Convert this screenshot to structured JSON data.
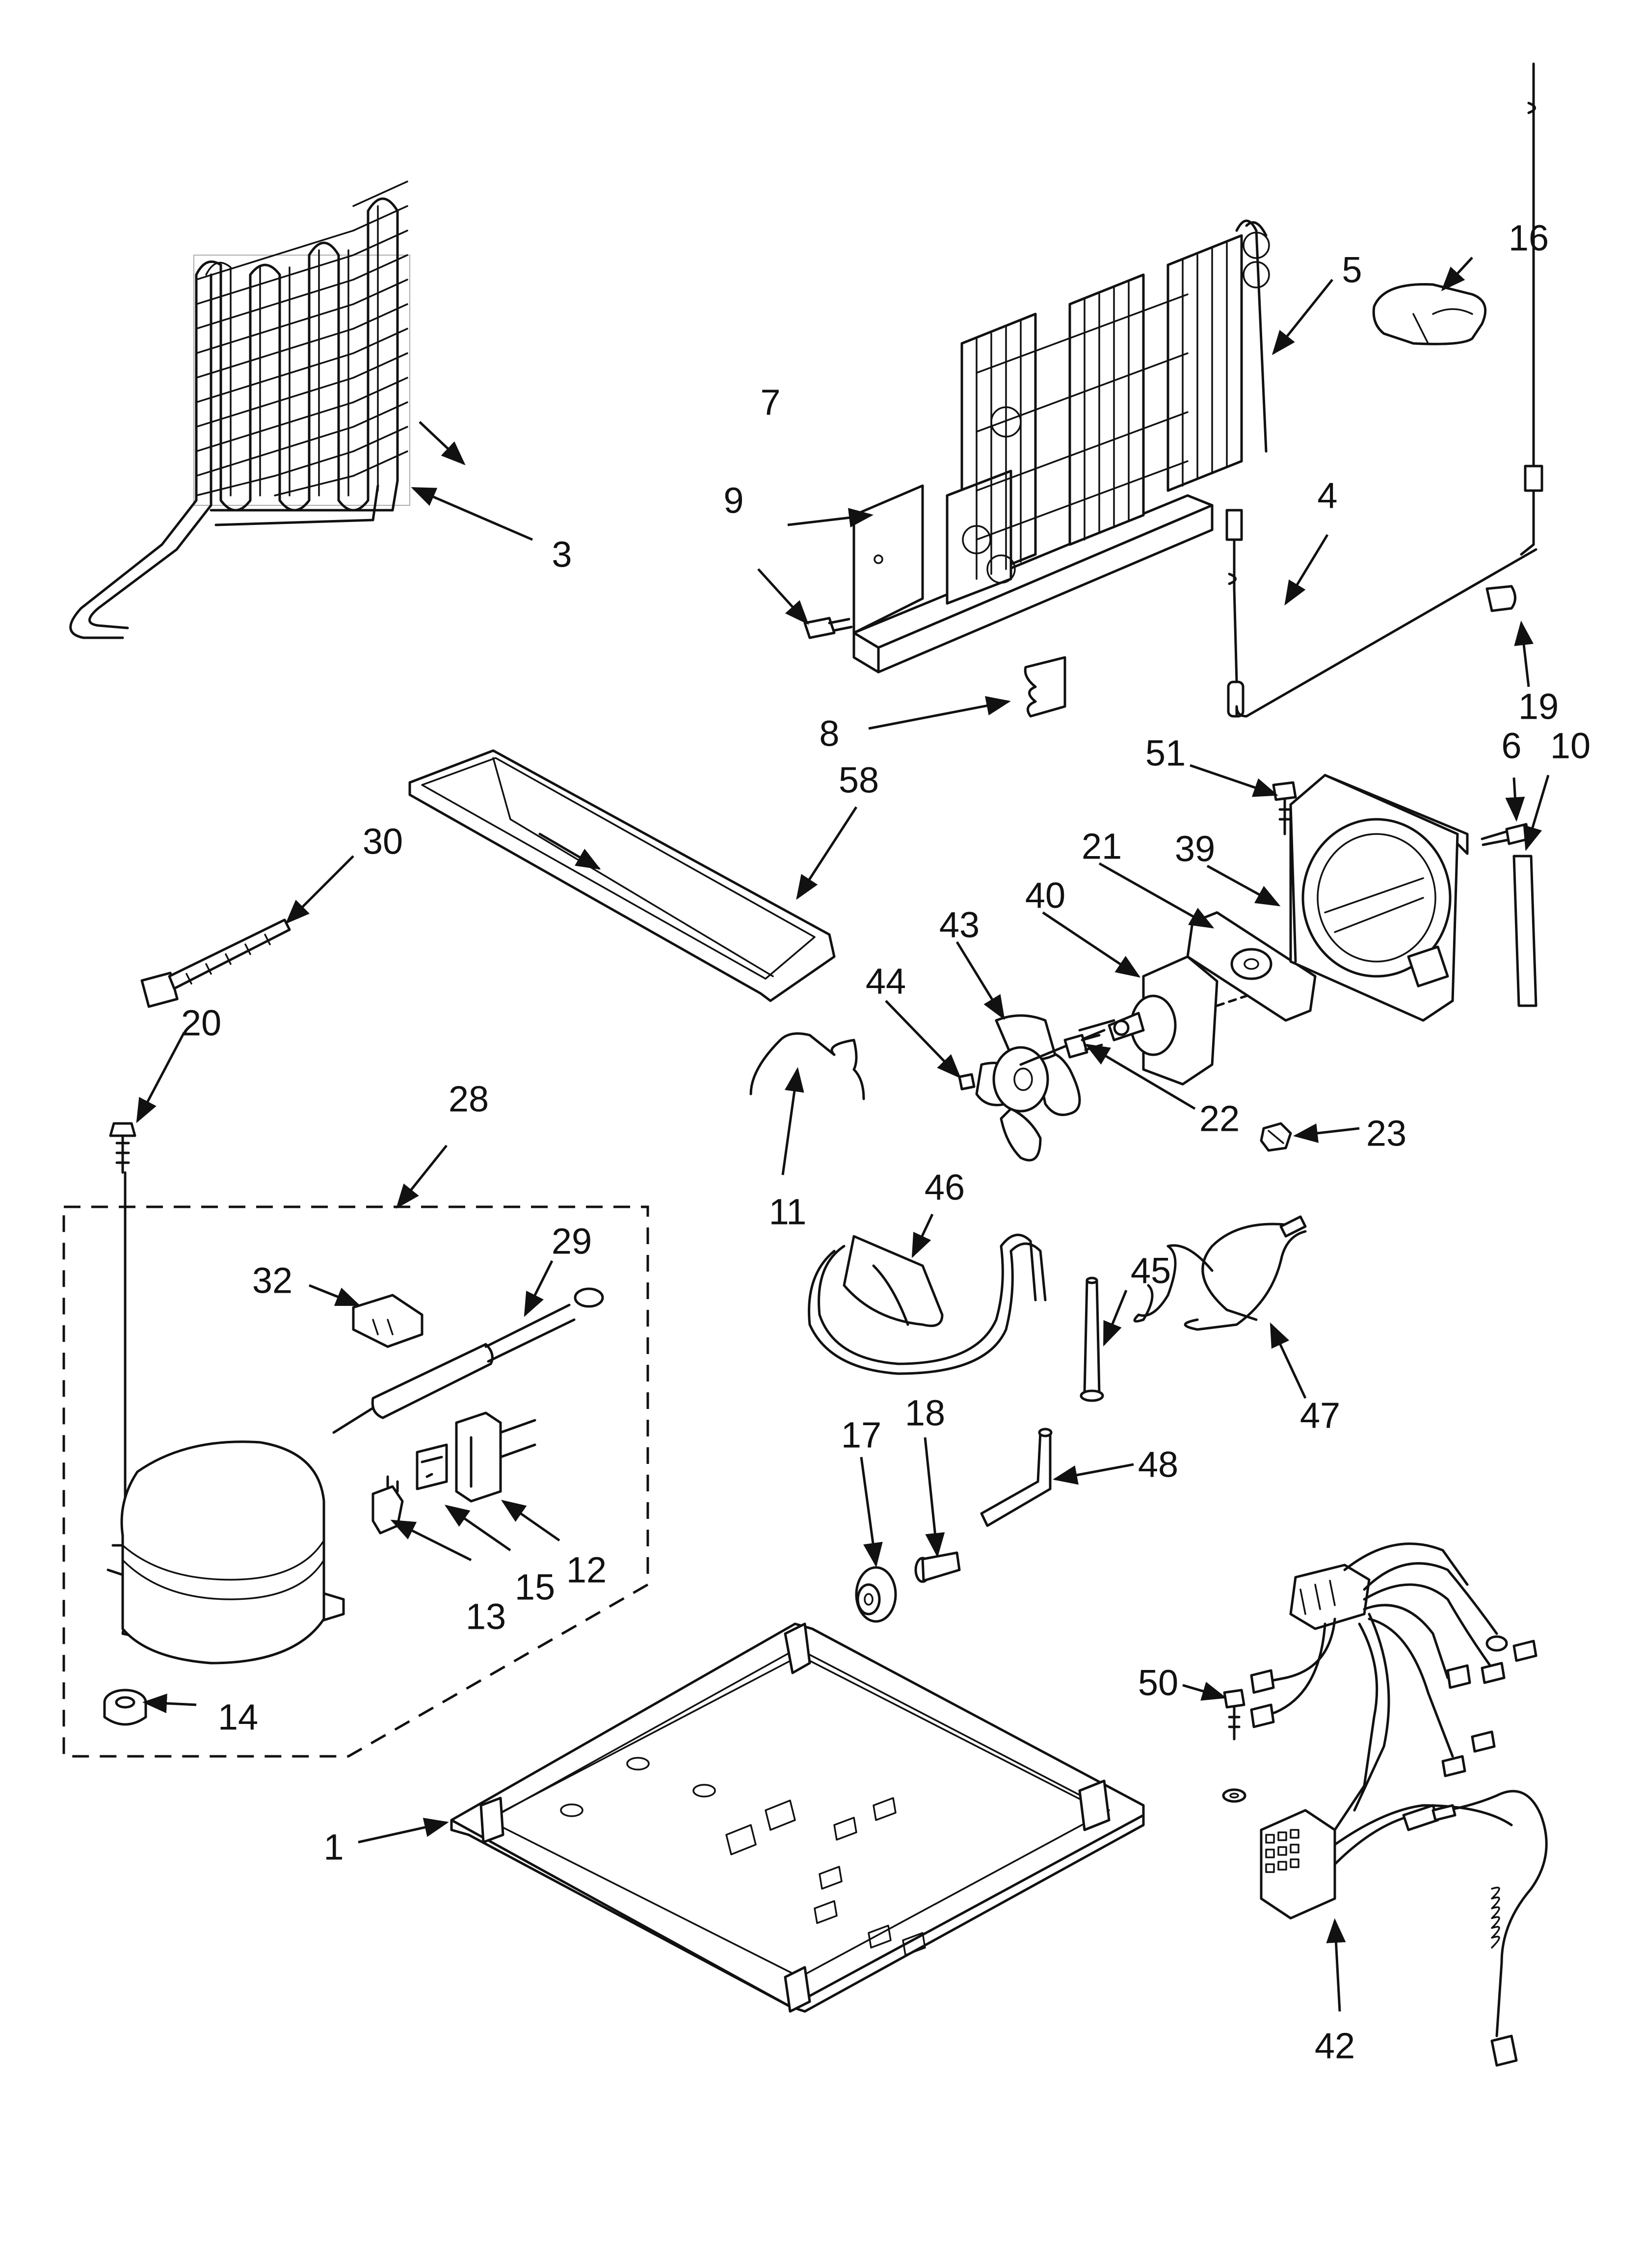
{
  "diagram": {
    "type": "exploded parts diagram",
    "part_labels": [
      {
        "id": "p1",
        "text": "1"
      },
      {
        "id": "p3",
        "text": "3"
      },
      {
        "id": "p4",
        "text": "4"
      },
      {
        "id": "p5",
        "text": "5"
      },
      {
        "id": "p6",
        "text": "6"
      },
      {
        "id": "p7",
        "text": "7"
      },
      {
        "id": "p8",
        "text": "8"
      },
      {
        "id": "p9",
        "text": "9"
      },
      {
        "id": "p10",
        "text": "10"
      },
      {
        "id": "p11",
        "text": "11"
      },
      {
        "id": "p12",
        "text": "12"
      },
      {
        "id": "p13",
        "text": "13"
      },
      {
        "id": "p14",
        "text": "14"
      },
      {
        "id": "p15",
        "text": "15"
      },
      {
        "id": "p16",
        "text": "16"
      },
      {
        "id": "p17",
        "text": "17"
      },
      {
        "id": "p18",
        "text": "18"
      },
      {
        "id": "p19",
        "text": "19"
      },
      {
        "id": "p20",
        "text": "20"
      },
      {
        "id": "p21",
        "text": "21"
      },
      {
        "id": "p22",
        "text": "22"
      },
      {
        "id": "p23",
        "text": "23"
      },
      {
        "id": "p28",
        "text": "28"
      },
      {
        "id": "p29",
        "text": "29"
      },
      {
        "id": "p30",
        "text": "30"
      },
      {
        "id": "p32",
        "text": "32"
      },
      {
        "id": "p39",
        "text": "39"
      },
      {
        "id": "p40",
        "text": "40"
      },
      {
        "id": "p42",
        "text": "42"
      },
      {
        "id": "p43",
        "text": "43"
      },
      {
        "id": "p44",
        "text": "44"
      },
      {
        "id": "p45",
        "text": "45"
      },
      {
        "id": "p46",
        "text": "46"
      },
      {
        "id": "p47",
        "text": "47"
      },
      {
        "id": "p48",
        "text": "48"
      },
      {
        "id": "p50",
        "text": "50"
      },
      {
        "id": "p51",
        "text": "51"
      },
      {
        "id": "p58",
        "text": "58"
      }
    ]
  }
}
